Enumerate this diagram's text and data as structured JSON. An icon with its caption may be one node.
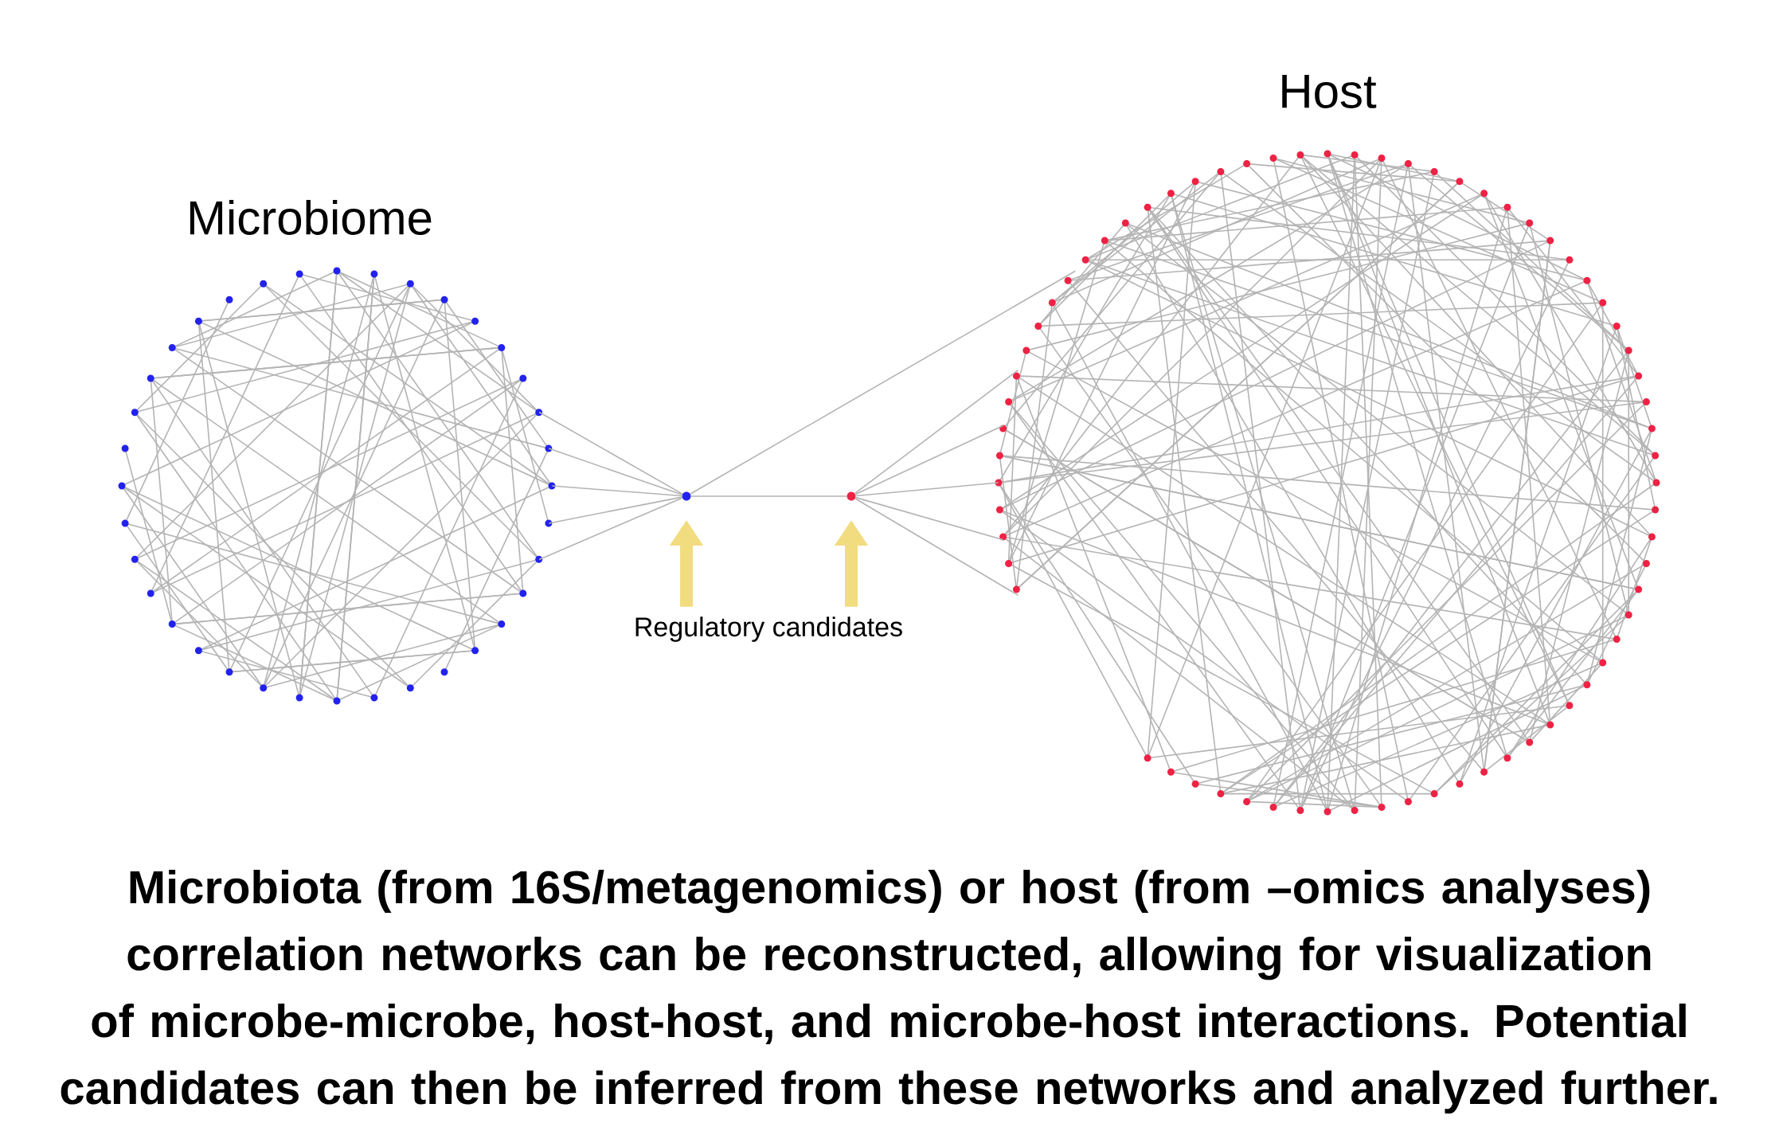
{
  "diagram": {
    "caption": "Microbiota (from 16S/metagenomics) or host (from –omics analyses) correlation networks can be reconstructed, allowing for visualization of microbe-microbe, host-host, and microbe-host interactions. Potential candidates can then be inferred from these networks and analyzed further.",
    "nodes": [
      {
        "text": [
          "Microbiome"
        ]
      },
      {
        "text": [
          "Host"
        ]
      },
      {
        "text": [],
        "shape": "circle"
      },
      {
        "text": [],
        "shape": "circle"
      },
      {
        "text": [
          "Regulatory candidates"
        ]
      }
    ],
    "edges": [
      {
        "from": 0,
        "to": 2,
        "arrow": "none"
      },
      {
        "from": 0,
        "to": 2,
        "arrow": "none"
      },
      {
        "from": 0,
        "to": 2,
        "arrow": "none"
      },
      {
        "from": 0,
        "to": 2,
        "arrow": "none"
      },
      {
        "from": 0,
        "to": 2,
        "arrow": "none"
      },
      {
        "from": 2,
        "to": 3,
        "arrow": "none"
      },
      {
        "from": 2,
        "to": 1,
        "arrow": "none"
      },
      {
        "from": 3,
        "to": 1,
        "arrow": "none"
      },
      {
        "from": 3,
        "to": 1,
        "arrow": "none"
      },
      {
        "from": 3,
        "to": 1,
        "arrow": "none"
      },
      {
        "from": 3,
        "to": 1,
        "arrow": "none"
      },
      {
        "from": 3,
        "to": 1,
        "arrow": "none"
      },
      {
        "from": 4,
        "to": 2,
        "arrow": "to",
        "style": "thick",
        "color": "#f2dc80"
      },
      {
        "from": 4,
        "to": 3,
        "arrow": "to",
        "style": "thick",
        "color": "#f2dc80"
      }
    ]
  }
}
